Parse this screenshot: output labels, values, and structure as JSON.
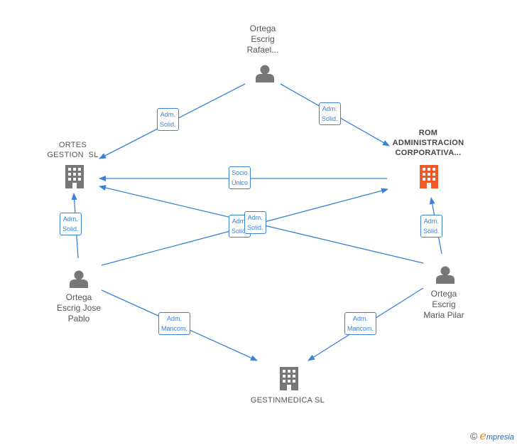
{
  "nodes": {
    "rafael": {
      "label": [
        "Ortega",
        "Escrig",
        "Rafael..."
      ]
    },
    "ortes": {
      "label": [
        "ORTES",
        "GESTION  SL"
      ]
    },
    "rom": {
      "label": [
        "ROM",
        "ADMINISTRACION",
        "CORPORATIVA..."
      ]
    },
    "jose": {
      "label": [
        "Ortega",
        "Escrig Jose",
        "Pablo"
      ]
    },
    "pilar": {
      "label": [
        "Ortega",
        "Escrig",
        "Maria Pilar"
      ]
    },
    "gestinmedica": {
      "label": [
        "GESTINMEDICA SL"
      ]
    }
  },
  "edges": {
    "rafael_ortes": [
      "Adm.",
      "Solid."
    ],
    "rafael_rom": [
      "Adm.",
      "Solid."
    ],
    "rom_ortes": [
      "Socio",
      "Único"
    ],
    "jose_ortes": [
      "Adm.",
      "Solid."
    ],
    "jose_rom": [
      "Adm.",
      "Solid."
    ],
    "pilar_ortes": [
      "Adm.",
      "Solid."
    ],
    "pilar_rom": [
      "Adm.",
      "Solid."
    ],
    "jose_gestinmedica": [
      "Adm.",
      "Mancom."
    ],
    "pilar_gestinmedica": [
      "Adm.",
      "Mancom."
    ]
  },
  "colors": {
    "edge": "#3b82d6",
    "node": "#777777",
    "focus": "#f05a28"
  },
  "watermark": {
    "symbol": "©",
    "brand_first": "e",
    "brand_rest": "mpresia"
  }
}
